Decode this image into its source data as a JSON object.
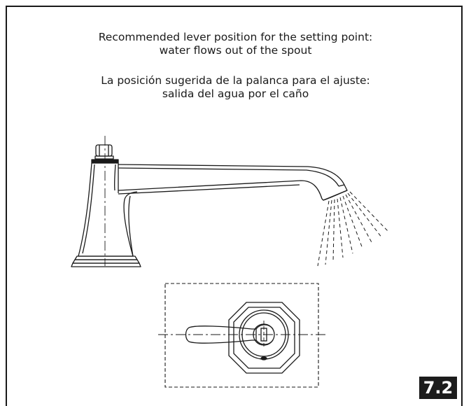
{
  "instructions": {
    "english_line1": "Recommended lever position for the setting point:",
    "english_line2": "water flows out of the spout",
    "spanish_line1": "La posición sugerida de la palanca para el ajuste:",
    "spanish_line2": "salida del agua por el caño"
  },
  "step": {
    "number": "7.2",
    "badge_color": "#1c1c1c"
  },
  "illustrations": {
    "side_view": "spout-side-view",
    "top_view": "lever-top-view"
  }
}
